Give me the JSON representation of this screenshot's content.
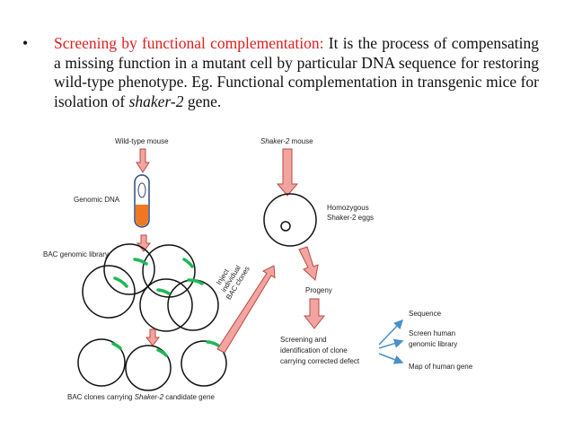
{
  "bullet": {
    "marker": "•",
    "heading": "Screening by functional complementation:",
    "body_before_italic": " It is the process of compensating a missing function in a mutant cell by particular DNA sequence for restoring wild-type phenotype. Eg. Functional complementation in transgenic mice for isolation of ",
    "italic": "shaker-2",
    "body_after_italic": " gene."
  },
  "diagram": {
    "wild_type_mouse": "Wild-type mouse",
    "genomic_dna": "Genomic DNA",
    "bac_library": "BAC genomic library",
    "bac_clones_prefix": "BAC clones carrying ",
    "bac_clones_italic": "Shaker-2",
    "bac_clones_suffix": " candidate gene",
    "shaker_mouse_italic": "Shaker-2",
    "shaker_mouse_suffix": " mouse",
    "eggs_line1": "Homozygous",
    "eggs_line2": "Shaker-2 eggs",
    "inject_line1": "Inject",
    "inject_line2": "individual",
    "inject_line3": "BAC clones",
    "progeny": "Progeny",
    "screen_line1": "Screening and",
    "screen_line2": "identification of clone",
    "screen_line3": "carrying corrected defect",
    "out_sequence": "Sequence",
    "out_screen_line1": "Screen human",
    "out_screen_line2": "genomic library",
    "out_map": "Map of human gene"
  },
  "colors": {
    "highlight": "#e01e1e",
    "arrow_fill": "#f2a5a0",
    "arrow_stroke": "#b84a44",
    "dna_fill": "#f07820",
    "bac_insert": "#1db954",
    "blue_arrow": "#4a90c8"
  }
}
